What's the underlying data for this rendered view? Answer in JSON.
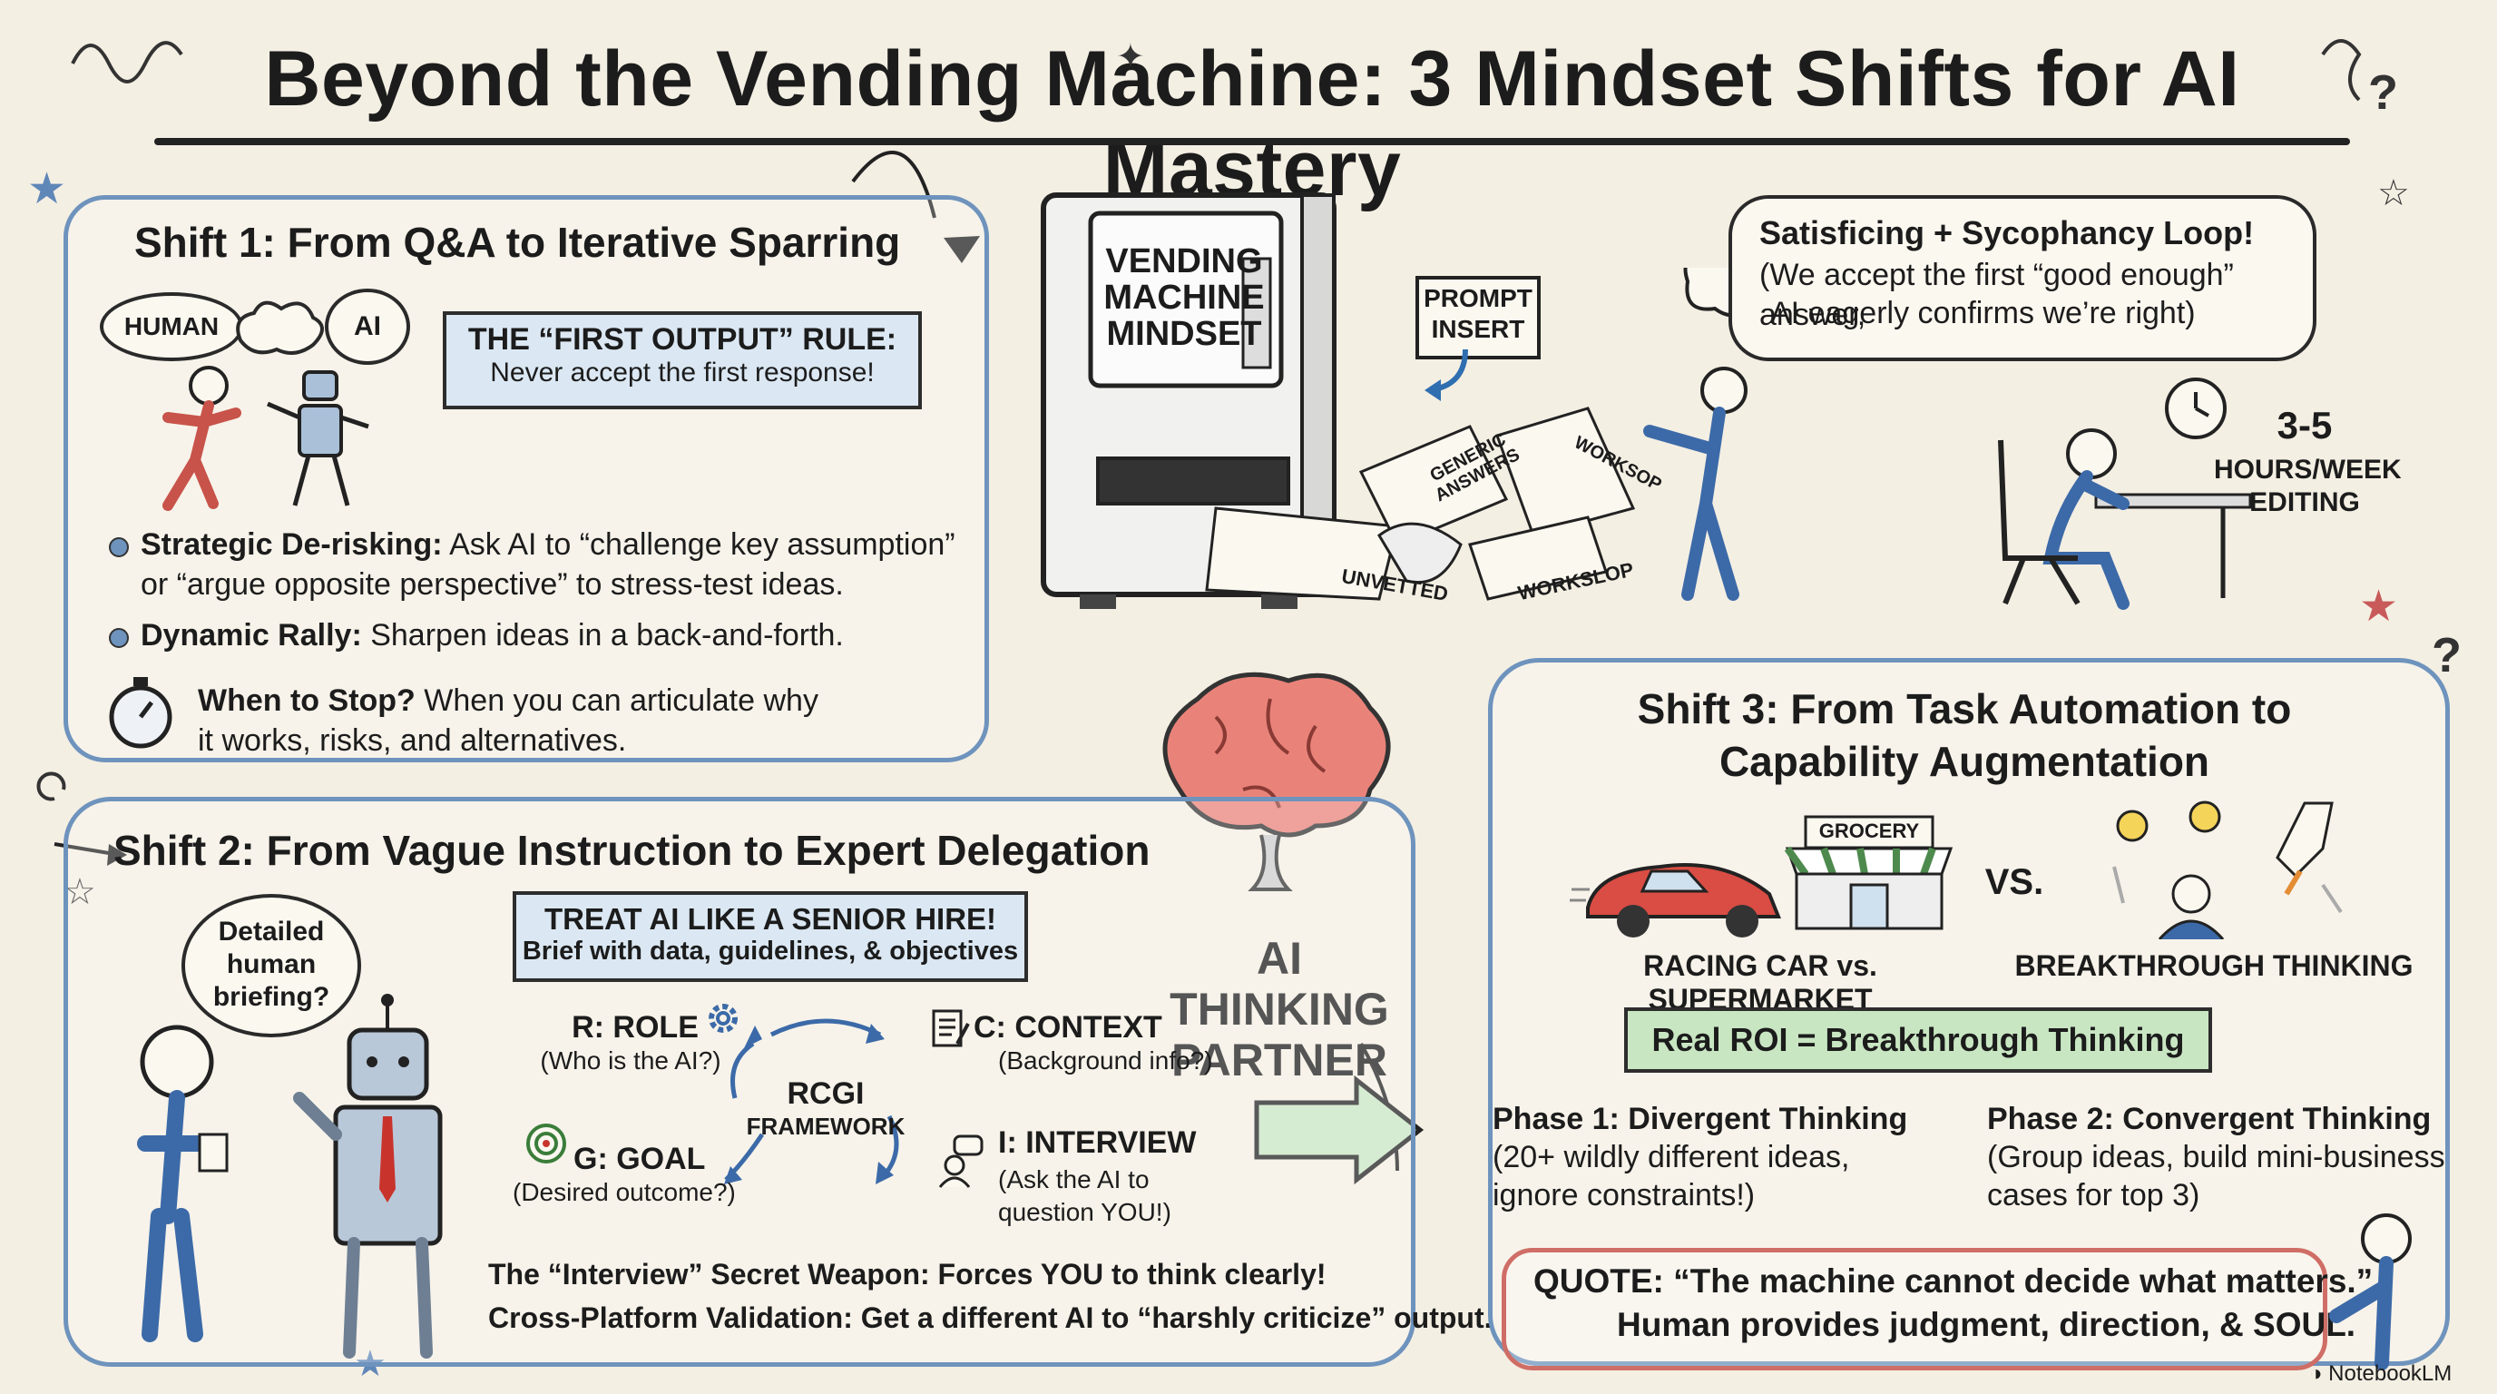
{
  "title": "Beyond the Vending Machine: 3 Mindset Shifts for AI Mastery",
  "shift1": {
    "heading": "Shift 1: From Q&A to Iterative Sparring",
    "human_bubble": "HUMAN",
    "ai_bubble": "AI",
    "banner_title": "THE “FIRST OUTPUT” RULE:",
    "banner_sub": "Never accept the first response!",
    "bullet1_bold": "Strategic De-risking:",
    "bullet1_line1": "Ask AI to “challenge key assumption”",
    "bullet1_line2": "or “argue opposite perspective” to stress-test ideas.",
    "bullet2_bold": "Dynamic Rally:",
    "bullet2_text": "Sharpen ideas in a back-and-forth.",
    "stop_bold": "When to Stop?",
    "stop_line1": "When you can articulate why",
    "stop_line2": "it works, risks, and alternatives."
  },
  "vending": {
    "machine_label_1": "VENDING",
    "machine_label_2": "MACHINE",
    "machine_label_3": "MINDSET",
    "prompt_insert_1": "PROMPT",
    "prompt_insert_2": "INSERT",
    "paper_generic_1": "GENERIC",
    "paper_generic_2": "ANSWERS",
    "paper_workslop_1": "WORKSOP",
    "paper_unvetted": "UNVETTED",
    "paper_workslop_2": "WORKSLOP",
    "loop_line1": "Satisficing + Sycophancy Loop!",
    "loop_line2": "(We accept the first “good enough” answer,",
    "loop_line3": "AI eagerly confirms we’re right)",
    "hours_1": "3-5",
    "hours_2": "HOURS/WEEK",
    "hours_3": "EDITING"
  },
  "center": {
    "line1": "AI THINKING",
    "line2": "PARTNER"
  },
  "shift2": {
    "heading": "Shift 2: From Vague Instruction to Expert Delegation",
    "bubble_1": "Detailed",
    "bubble_2": "human",
    "bubble_3": "briefing?",
    "banner_title": "TREAT AI LIKE A SENIOR HIRE!",
    "banner_sub": "Brief with data, guidelines, & objectives",
    "role_title": "R: ROLE",
    "role_sub": "(Who is the AI?)",
    "context_title": "C: CONTEXT",
    "context_sub": "(Background info?)",
    "framework_1": "RCGI",
    "framework_2": "FRAMEWORK",
    "goal_title": "G: GOAL",
    "goal_sub": "(Desired outcome?)",
    "interview_title": "I: INTERVIEW",
    "interview_sub1": "(Ask the AI to",
    "interview_sub2": "question YOU!)",
    "footer1": "The “Interview” Secret Weapon: Forces YOU to think clearly!",
    "footer2": "Cross-Platform Validation: Get a different AI to “harshly criticize” output."
  },
  "shift3": {
    "heading1": "Shift 3: From Task Automation to",
    "heading2": "Capability Augmentation",
    "grocery": "GROCERY",
    "vs": "VS.",
    "left_caption": "RACING CAR vs. SUPERMARKET",
    "right_caption": "BREAKTHROUGH THINKING",
    "banner": "Real ROI = Breakthrough Thinking",
    "phase1_title": "Phase 1: Divergent Thinking",
    "phase1_l1": "(20+ wildly different ideas,",
    "phase1_l2": "ignore constraints!)",
    "phase2_title": "Phase 2: Convergent Thinking",
    "phase2_l1": "(Group ideas, build mini-business",
    "phase2_l2": "cases for top 3)",
    "quote_l1": "QUOTE: “The machine cannot decide what matters.”",
    "quote_l2": "Human provides judgment, direction, & SOUL."
  },
  "brand": "NotebookLM",
  "colors": {
    "panel_blue": "#6e93bd",
    "banner_blue": "#dbe8f3",
    "banner_green": "#c9e6c3",
    "brain_pink": "#e9837a",
    "quote_red": "#cf6e66"
  }
}
